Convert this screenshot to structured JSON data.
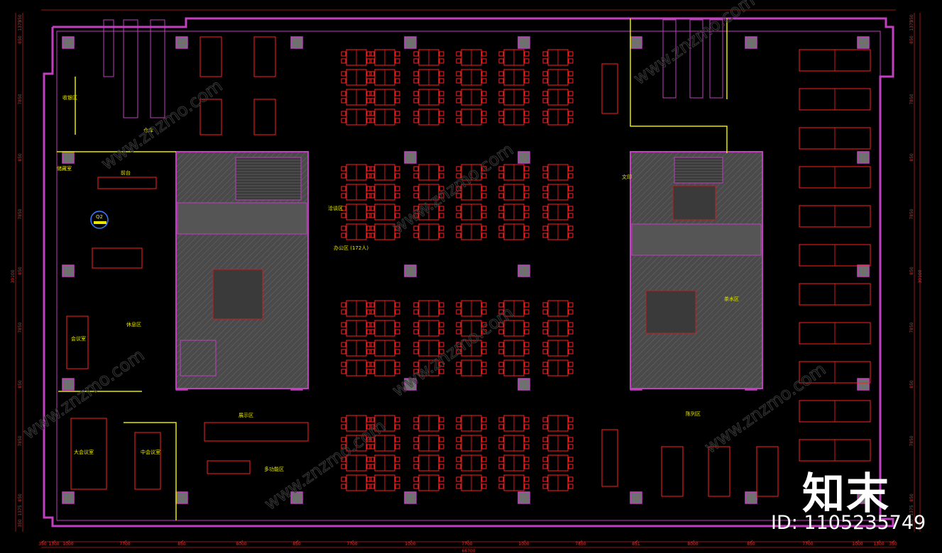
{
  "drawing": {
    "room_labels": [
      "会议室",
      "储藏室",
      "收银区",
      "前台",
      "仓库",
      "办公区 (172人)",
      "洽谈区",
      "大会议室",
      "中会议室",
      "多功能区",
      "展示区",
      "休息区",
      "文印",
      "陈列区",
      "茶水区"
    ],
    "zones": {
      "open_office": "办公区 (172人)",
      "q2_tag": "Q2"
    },
    "dimension_bottom": [
      "350",
      "1300",
      "1000",
      "7700",
      "850",
      "8000",
      "850",
      "7700",
      "1000",
      "7700",
      "1000",
      "7850",
      "851",
      "8000",
      "850",
      "7700",
      "1000",
      "1300",
      "350"
    ],
    "dimension_bottom_total": "66700",
    "dimension_left": [
      "350",
      "1375",
      "850",
      "7850",
      "850",
      "7850",
      "850",
      "7850",
      "850",
      "7850",
      "850",
      "1375",
      "350"
    ],
    "dimension_left_total": "39100",
    "dimension_right": [
      "350",
      "1375",
      "850",
      "7850",
      "850",
      "7850",
      "850",
      "7850",
      "850",
      "7850",
      "850",
      "1375",
      "350"
    ],
    "dimension_right_total": "39100"
  },
  "branding": {
    "logo_text": "知末",
    "id_text": "ID: 1105235749",
    "watermark": "www.znzmo.com"
  },
  "colors": {
    "background": "#000000",
    "wall": "#c040c0",
    "furniture": "#ff2020",
    "label": "#e8e800",
    "core": "#606060"
  }
}
